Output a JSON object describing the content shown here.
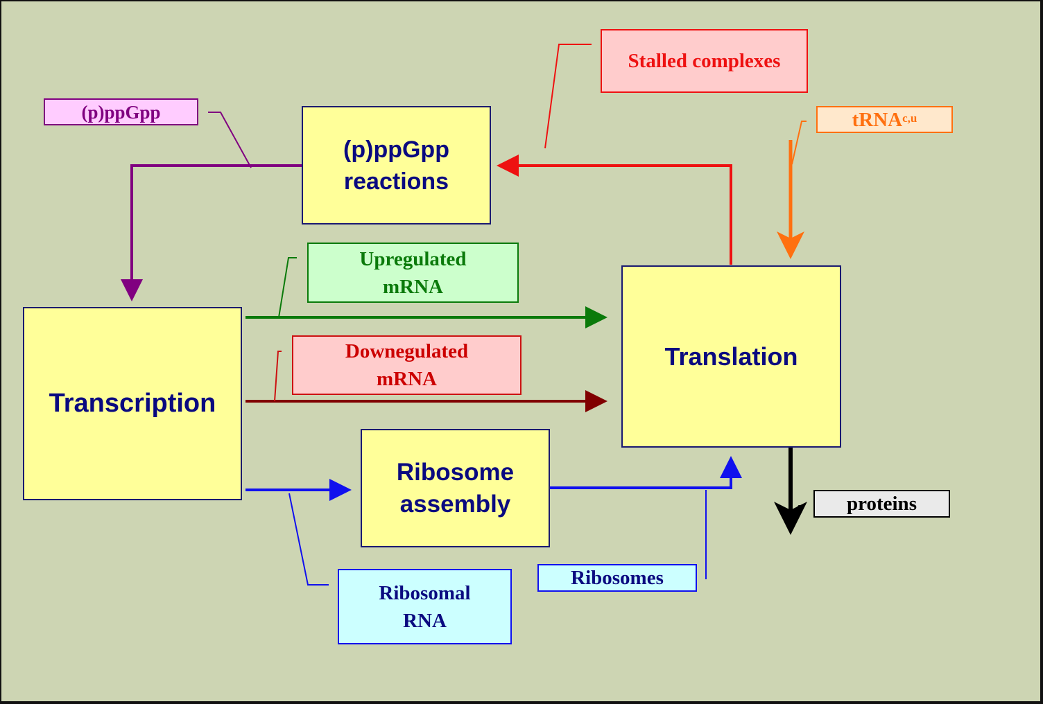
{
  "diagram": {
    "processes": {
      "ppgpp_reactions": [
        "(p)ppGpp",
        "reactions"
      ],
      "transcription": "Transcription",
      "translation": "Translation",
      "ribosome_assembly": [
        "Ribosome",
        "assembly"
      ]
    },
    "labels": {
      "ppgpp": "(p)ppGpp",
      "stalled_complexes": "Stalled complexes",
      "trna": "tRNA",
      "trna_sup": "c,u",
      "upregulated_mrna": [
        "Upregulated",
        "mRNA"
      ],
      "downregulated_mrna": [
        "Downegulated",
        "mRNA"
      ],
      "ribosomal_rna": [
        "Ribosomal",
        "RNA"
      ],
      "ribosomes": "Ribosomes",
      "proteins": "proteins"
    },
    "colors": {
      "background": "#cdd5b3",
      "process_fill": "#ffff99",
      "process_text": "#0a0a80",
      "ppgpp": "#800080",
      "stalled": "#ee1111",
      "trna": "#ff7010",
      "upregulated": "#0a7a0a",
      "downregulated": "#800000",
      "ribosome": "#1010ee",
      "proteins": "#000000"
    }
  }
}
